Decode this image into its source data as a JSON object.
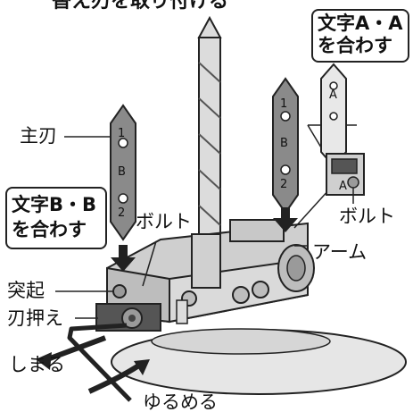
{
  "title": "替え刃を取り付ける",
  "callouts": {
    "align_a_line1": "文字A・A",
    "align_a_line2": "を合わす",
    "align_b_line1": "文字B・B",
    "align_b_line2": "を合わす"
  },
  "labels": {
    "main_blade": "主刃",
    "bolt_left": "ボルト",
    "bolt_right": "ボルト",
    "arm": "アーム",
    "protrusion": "突起",
    "blade_holder": "刃押え",
    "tighten": "しまる",
    "loosen": "ゆるめる"
  },
  "blade_marks": {
    "top_digit": "1",
    "letter_b": "B",
    "letter_a": "A",
    "bottom_digit": "2"
  },
  "colors": {
    "blade_gray": "#8a8a8a",
    "body_gray": "#d9d9d9",
    "dark_gray": "#555555",
    "outline": "#222222"
  }
}
